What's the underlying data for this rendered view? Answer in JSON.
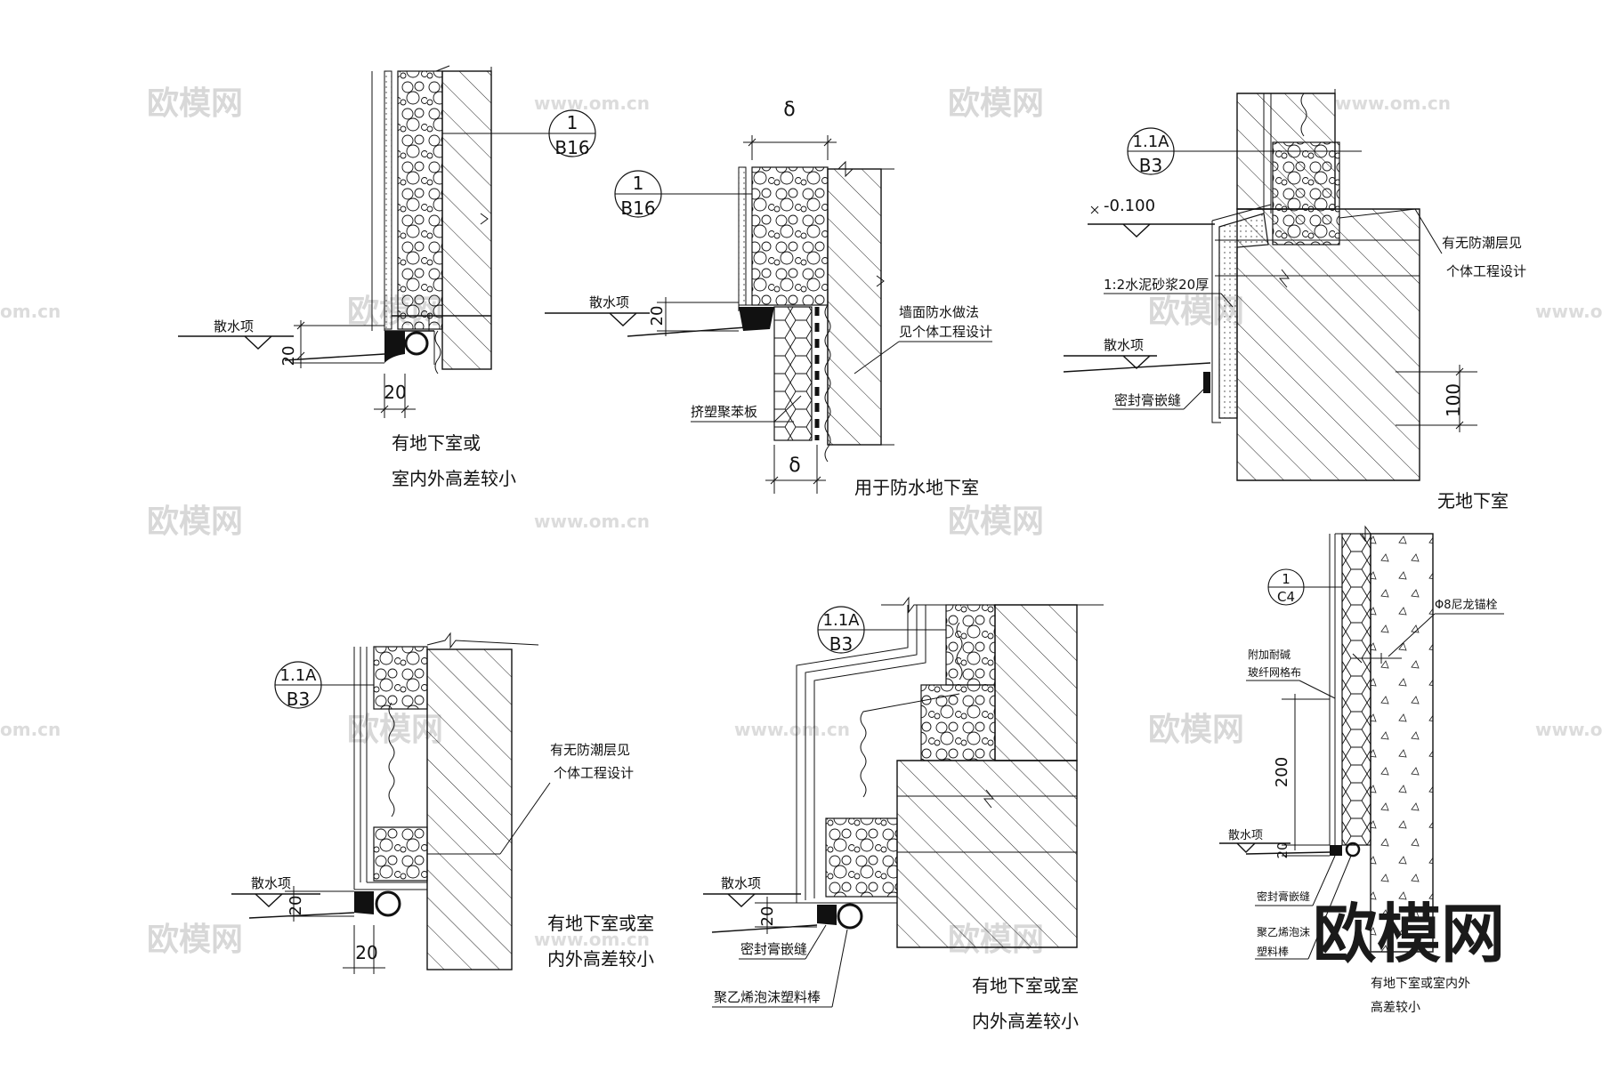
{
  "watermark": {
    "brand": "欧模网",
    "site": "www.om.cn",
    "site_partial": "om.cn"
  },
  "details": {
    "d1": {
      "tag_top": "1",
      "tag_bottom": "B16",
      "ground_label": "散水项",
      "dim_height": "20",
      "dim_width": "20",
      "caption_1": "有地下室或",
      "caption_2": "室内外高差较小"
    },
    "d2": {
      "tag_top": "1",
      "tag_bottom": "B16",
      "dim_top": "δ",
      "dim_bottom": "δ",
      "dim_height": "20",
      "ground_label": "散水项",
      "board_label": "挤塑聚苯板",
      "note_1": "墙面防水做法",
      "note_2": "见个体工程设计",
      "caption": "用于防水地下室"
    },
    "d3": {
      "tag_top": "1.1A",
      "tag_bottom": "B3",
      "level": "-0.100",
      "mortar": "1:2水泥砂浆20厚",
      "ground_label": "散水项",
      "sealant": "密封膏嵌缝",
      "note_1": "有无防潮层见",
      "note_2": "个体工程设计",
      "dim_height": "100",
      "caption": "无地下室"
    },
    "d4": {
      "tag_top": "1.1A",
      "tag_bottom": "B3",
      "note_1": "有无防潮层见",
      "note_2": "个体工程设计",
      "ground_label": "散水项",
      "dim_height": "20",
      "dim_width": "20",
      "caption_1": "有地下室或室",
      "caption_2": "内外高差较小"
    },
    "d5": {
      "tag_top": "1.1A",
      "tag_bottom": "B3",
      "ground_label": "散水项",
      "dim_height": "20",
      "sealant": "密封膏嵌缝",
      "rod": "聚乙烯泡沫塑料棒",
      "caption_1": "有地下室或室",
      "caption_2": "内外高差较小"
    },
    "d6": {
      "tag_top": "1",
      "tag_bottom": "C4",
      "anchor": "Φ8尼龙锚栓",
      "mesh_1": "附加耐碱",
      "mesh_2": "玻纤网格布",
      "dim_height": "200",
      "ground_label": "散水项",
      "dim_small": "20",
      "sealant": "密封膏嵌缝",
      "rod_1": "聚乙烯泡沫",
      "rod_2": "塑料棒",
      "caption_1": "有地下室或室内外",
      "caption_2": "高差较小"
    }
  }
}
